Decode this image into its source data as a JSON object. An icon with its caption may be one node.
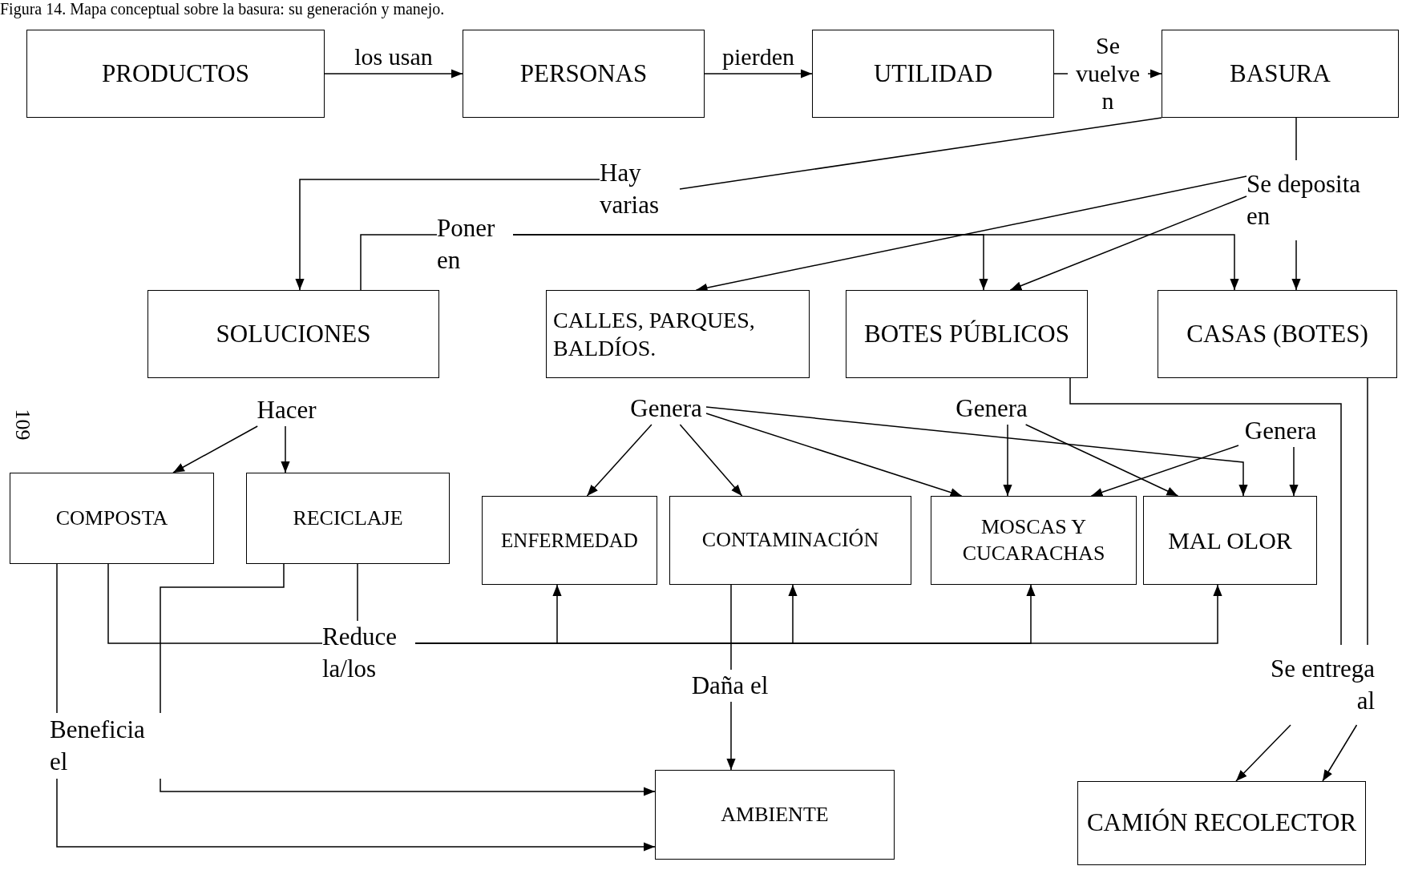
{
  "diagram": {
    "title": "Figura 14. Mapa conceptual sobre la basura: su generación y manejo.",
    "nodes": [
      {
        "text": [
          "PRODUCTOS"
        ]
      },
      {
        "text": [
          "PERSONAS"
        ]
      },
      {
        "text": [
          "UTILIDAD"
        ]
      },
      {
        "text": [
          "BASURA"
        ]
      },
      {
        "text": [
          "SOLUCIONES"
        ]
      },
      {
        "text": [
          "CALLES, PARQUES, BALDÍOS."
        ]
      },
      {
        "text": [
          "BOTES PÚBLICOS"
        ]
      },
      {
        "text": [
          "CASAS (BOTES)"
        ]
      },
      {
        "text": [
          "COMPOSTA"
        ]
      },
      {
        "text": [
          "RECICLAJE"
        ]
      },
      {
        "text": [
          "ENFERMEDAD"
        ]
      },
      {
        "text": [
          "CONTAMINACIÓN"
        ]
      },
      {
        "text": [
          "MOSCAS Y CUCARACHAS"
        ]
      },
      {
        "text": [
          "MAL OLOR"
        ]
      },
      {
        "text": [
          "AMBIENTE"
        ]
      },
      {
        "text": [
          "CAMIÓN RECOLECTOR"
        ]
      },
      {
        "text": [
          "Hay varias"
        ]
      },
      {
        "text": [
          "Se deposita en"
        ]
      },
      {
        "text": [
          "Poner en"
        ]
      },
      {
        "text": [
          "Hacer"
        ]
      },
      {
        "text": [
          "Reduce la/los"
        ]
      },
      {
        "text": [
          "Beneficia el"
        ]
      },
      {
        "text": [
          "Genera"
        ]
      },
      {
        "text": [
          "Genera"
        ]
      },
      {
        "text": [
          "Genera"
        ]
      },
      {
        "text": [
          "Daña el"
        ]
      },
      {
        "text": [
          "Se entrega al"
        ]
      }
    ],
    "edges": [
      {
        "from": 0,
        "to": 1,
        "arrow": "to",
        "label": "los usan"
      },
      {
        "from": 1,
        "to": 2,
        "arrow": "to",
        "label": "pierden"
      },
      {
        "from": 2,
        "to": 3,
        "arrow": "to",
        "label": "Se vuelve n"
      },
      {
        "from": 3,
        "to": 16,
        "arrow": "none"
      },
      {
        "from": 16,
        "to": 4,
        "arrow": "to"
      },
      {
        "from": 3,
        "to": 17,
        "arrow": "none"
      },
      {
        "from": 17,
        "to": 5,
        "arrow": "to"
      },
      {
        "from": 17,
        "to": 6,
        "arrow": "to"
      },
      {
        "from": 17,
        "to": 7,
        "arrow": "to"
      },
      {
        "from": 4,
        "to": 18,
        "arrow": "none"
      },
      {
        "from": 18,
        "to": 6,
        "arrow": "to"
      },
      {
        "from": 18,
        "to": 7,
        "arrow": "to"
      },
      {
        "from": 19,
        "to": 8,
        "arrow": "to"
      },
      {
        "from": 19,
        "to": 9,
        "arrow": "to"
      },
      {
        "from": 22,
        "to": 10,
        "arrow": "to"
      },
      {
        "from": 22,
        "to": 11,
        "arrow": "to"
      },
      {
        "from": 22,
        "to": 12,
        "arrow": "to"
      },
      {
        "from": 22,
        "to": 13,
        "arrow": "to"
      },
      {
        "from": 23,
        "to": 12,
        "arrow": "to"
      },
      {
        "from": 23,
        "to": 13,
        "arrow": "to"
      },
      {
        "from": 24,
        "to": 12,
        "arrow": "to"
      },
      {
        "from": 24,
        "to": 13,
        "arrow": "to"
      },
      {
        "from": 8,
        "to": 20,
        "arrow": "none"
      },
      {
        "from": 9,
        "to": 20,
        "arrow": "none"
      },
      {
        "from": 20,
        "to": 10,
        "arrow": "to"
      },
      {
        "from": 20,
        "to": 11,
        "arrow": "to"
      },
      {
        "from": 20,
        "to": 12,
        "arrow": "to"
      },
      {
        "from": 20,
        "to": 13,
        "arrow": "to"
      },
      {
        "from": 8,
        "to": 21,
        "arrow": "none"
      },
      {
        "from": 9,
        "to": 21,
        "arrow": "none"
      },
      {
        "from": 21,
        "to": 14,
        "arrow": "to"
      },
      {
        "from": 21,
        "to": 14,
        "arrow": "to"
      },
      {
        "from": 11,
        "to": 25,
        "arrow": "none"
      },
      {
        "from": 25,
        "to": 14,
        "arrow": "to"
      },
      {
        "from": 6,
        "to": 26,
        "arrow": "none"
      },
      {
        "from": 7,
        "to": 26,
        "arrow": "none"
      },
      {
        "from": 26,
        "to": 15,
        "arrow": "to"
      },
      {
        "from": 26,
        "to": 15,
        "arrow": "to"
      }
    ],
    "labels": [
      "109"
    ]
  }
}
